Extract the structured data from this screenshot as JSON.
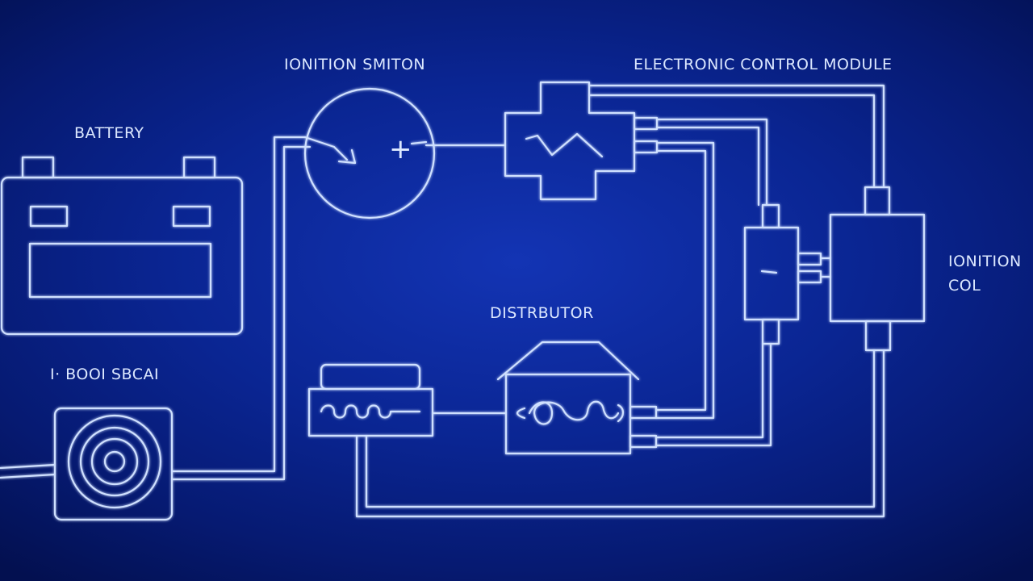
{
  "labels": {
    "battery": "BATTERY",
    "ignition_switch": "IONITION SMITON",
    "ecm": "ELECTRONIC CONTROL MODULE",
    "ignition_coil_line1": "IONITION",
    "ignition_coil_line2": "COL",
    "distributor": "DISTRBUTOR",
    "speaker": "I· BOOI SBCAI",
    "switch_plus": "+"
  },
  "colors": {
    "line": "#cfe0ff",
    "background": "#0a2592"
  }
}
